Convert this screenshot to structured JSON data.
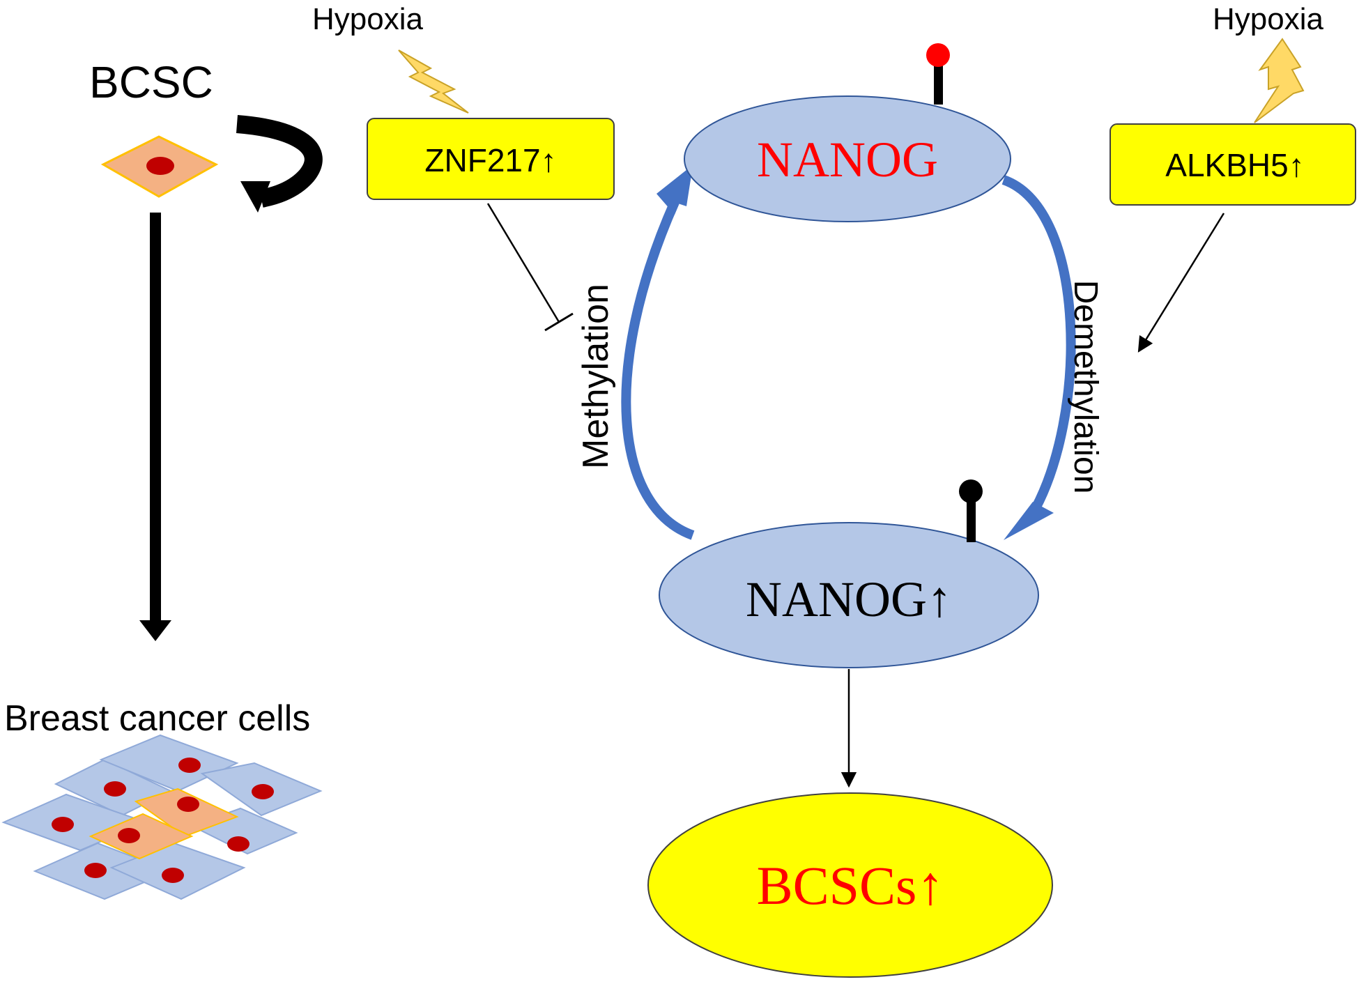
{
  "labels": {
    "bcsc": "BCSC",
    "hypoxia_left": "Hypoxia",
    "hypoxia_right": "Hypoxia",
    "znf217": "ZNF217↑",
    "alkbh5": "ALKBH5↑",
    "nanog_top": "NANOG",
    "nanog_bottom": "NANOG↑",
    "methylation": "Methylation",
    "demethylation": "Demethylation",
    "bcscs": "BCSCs↑",
    "breast_cancer_cells": "Breast cancer cells"
  },
  "colors": {
    "box_yellow": "#ffff00",
    "ellipse_blue": "#b4c7e7",
    "ellipse_border": "#2f5597",
    "arrow_blue": "#4472c4",
    "red_text": "#ff0000",
    "cell_orange": "#f4b183",
    "cell_blue": "#b4c7e7",
    "nucleus_red": "#c00000",
    "lightning": "#ffd966",
    "m6a_red": "#ff0000",
    "m6a_black": "#000000"
  },
  "icons": {
    "lightning_left": "lightning-bolt-icon",
    "lightning_right": "lightning-bolt-icon",
    "self_renewal": "circular-arrow-icon",
    "methyl_mark": "lollipop-marker-icon"
  }
}
